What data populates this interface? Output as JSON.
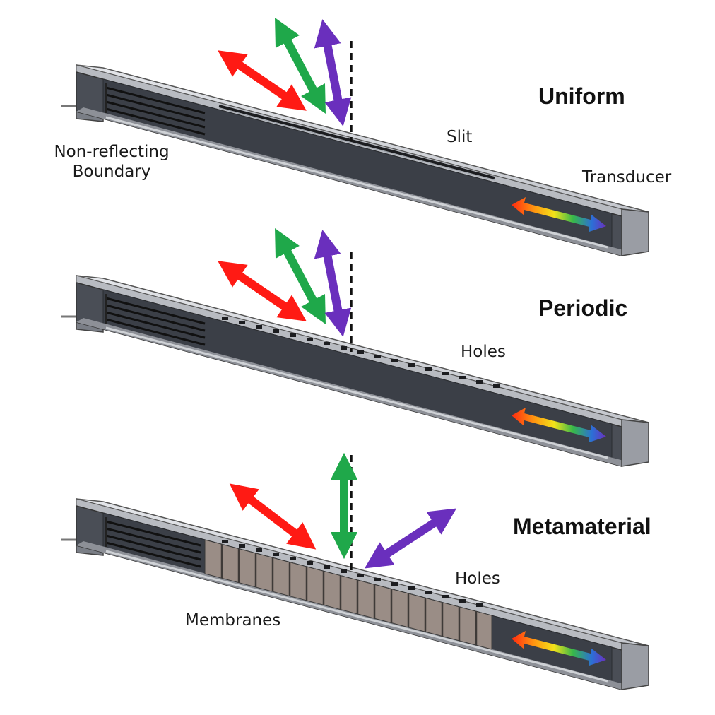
{
  "panels": [
    {
      "title": "Uniform",
      "labels": {
        "boundary": "Non-reflecting\nBoundary",
        "opening": "Slit",
        "transducer": "Transducer"
      }
    },
    {
      "title": "Periodic",
      "labels": {
        "opening": "Holes"
      }
    },
    {
      "title": "Metamaterial",
      "labels": {
        "opening": "Holes",
        "membranes": "Membranes"
      }
    }
  ],
  "colors": {
    "red_wave": "#ff1a14",
    "green_wave": "#1fa84a",
    "purple_wave": "#6a2fbd",
    "duct_top": "#d6d8dc",
    "duct_side": "#5a5e66",
    "duct_interior": "#3e424a",
    "membrane": "#9a8d86"
  },
  "icons": [
    "double-headed-arrow",
    "rainbow-arrow",
    "dashed-normal-line"
  ]
}
